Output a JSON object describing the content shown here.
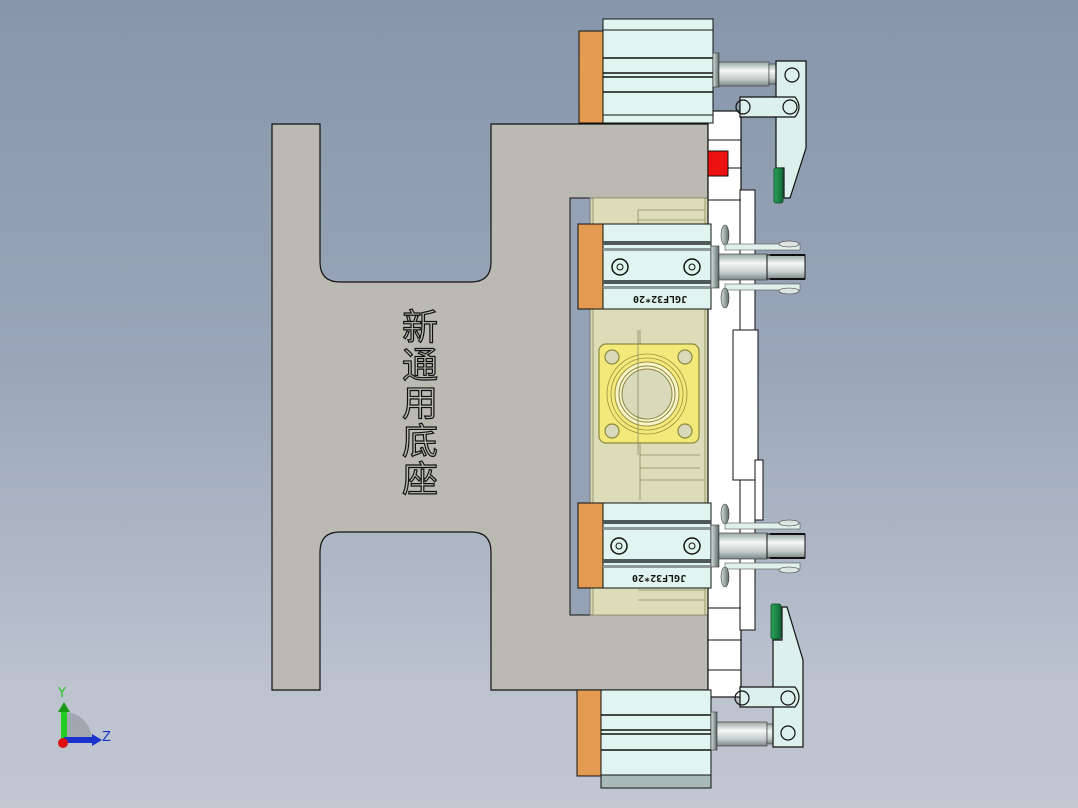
{
  "viewport": {
    "type": "cad-3d-view",
    "background_gradient": [
      "#8796ab",
      "#c2c7d2"
    ]
  },
  "model": {
    "base_plate_label": "新通用底座",
    "base_plate_color": "#bbbab2",
    "cylinder_label": "JGLF32*20",
    "cylinder_body_color": "#e0f5f0",
    "cylinder_end_color": "#e29b50",
    "fixture_color": "#f0e97a",
    "block_color": "#ffffff",
    "indicator_red": "#ee1111",
    "indicator_green": "#1b8a4a",
    "clamp_color": "#dcf0ec"
  },
  "triad": {
    "y_label": "Y",
    "z_label": "Z",
    "y_color": "#22cc22",
    "z_color": "#1a33cc",
    "x_color": "#dd1111"
  }
}
